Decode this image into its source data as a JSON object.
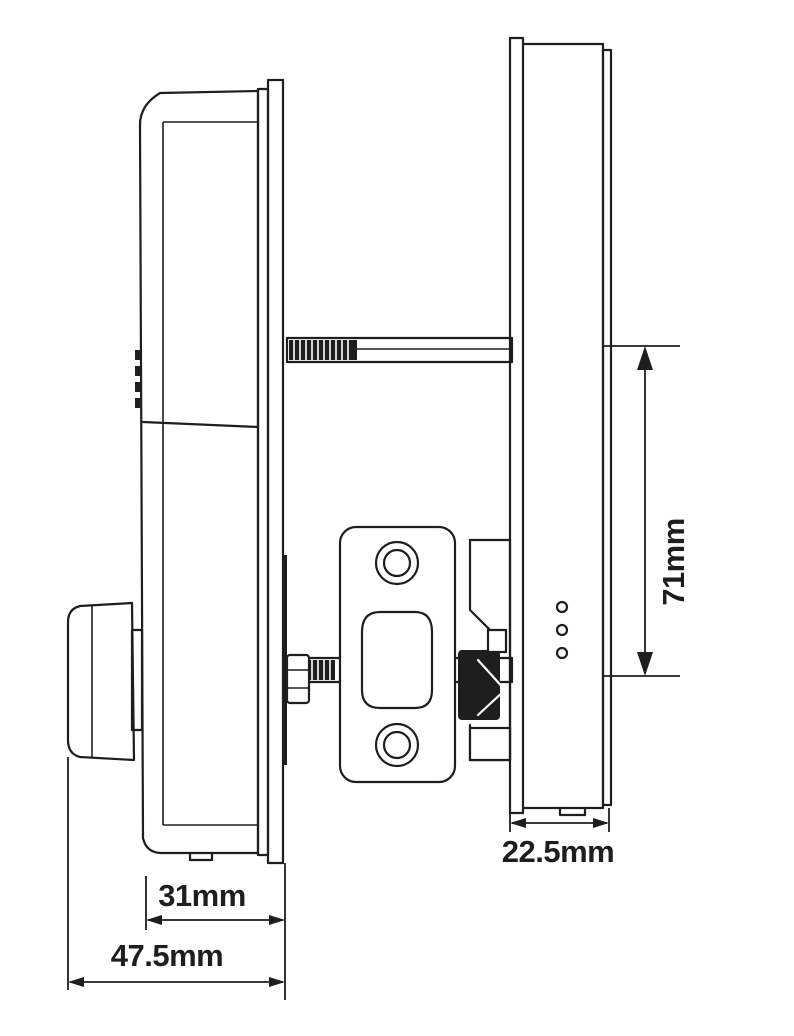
{
  "dimensions": {
    "depth_front": "31mm",
    "depth_total": "47.5mm",
    "depth_back": "22.5mm",
    "bolt_spacing": "71mm"
  },
  "colors": {
    "line": "#1e1e1e",
    "background": "#ffffff"
  }
}
